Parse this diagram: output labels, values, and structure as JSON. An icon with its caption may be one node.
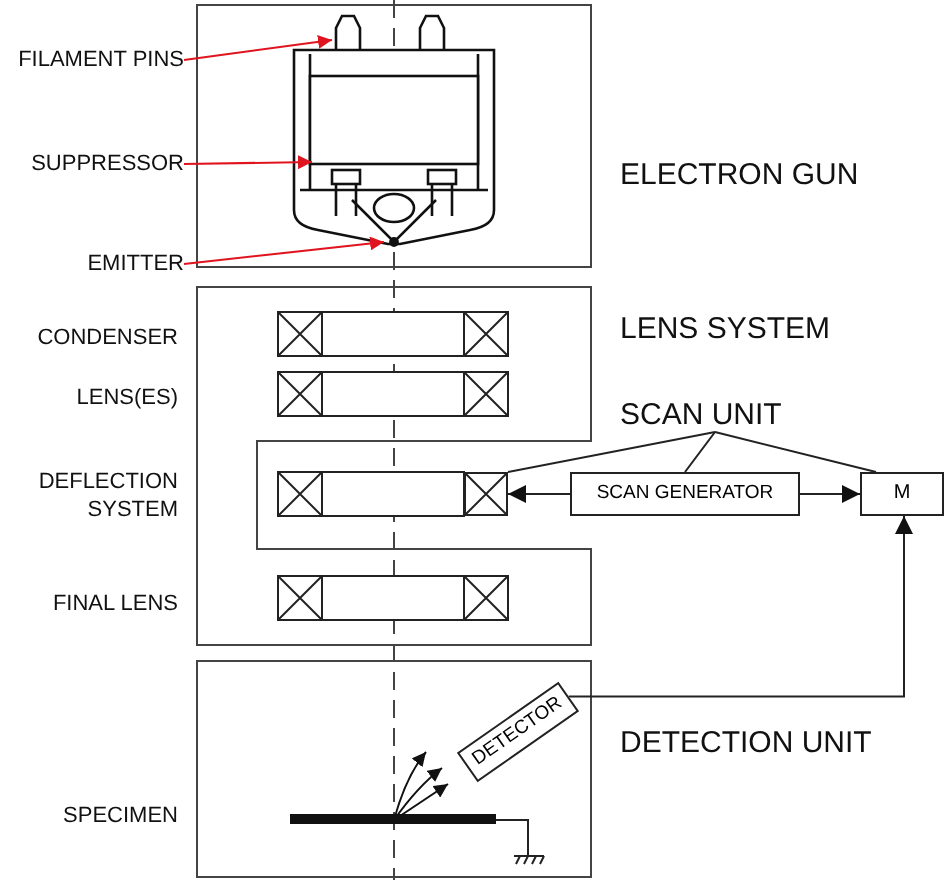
{
  "diagram": {
    "nodes": [
      {
        "text": [
          "FILAMENT PINS"
        ]
      },
      {
        "text": [
          "SUPPRESSOR"
        ]
      },
      {
        "text": [
          "EMITTER"
        ]
      },
      {
        "text": [
          "SCAN UNIT"
        ]
      },
      {
        "text": [],
        "shape": "box"
      },
      {
        "text": [
          "SCAN GENERATOR"
        ]
      },
      {
        "text": [
          "M"
        ]
      },
      {
        "text": [
          "DETECTOR"
        ]
      }
    ],
    "edges": [
      {
        "from": 0,
        "to": null,
        "arrow": "to",
        "color": "#e0141e"
      },
      {
        "from": 1,
        "to": null,
        "arrow": "to",
        "color": "#e0141e"
      },
      {
        "from": 2,
        "to": null,
        "arrow": "to",
        "color": "#e0141e"
      },
      {
        "from": 3,
        "to": 4,
        "arrow": "none"
      },
      {
        "from": 3,
        "to": 5,
        "arrow": "none"
      },
      {
        "from": 3,
        "to": 6,
        "arrow": "none"
      },
      {
        "from": 5,
        "to": 4,
        "arrow": "to"
      },
      {
        "from": 5,
        "to": 6,
        "arrow": "to"
      },
      {
        "from": 7,
        "to": 6,
        "arrow": "to"
      }
    ],
    "labels": [
      "ELECTRON GUN",
      "LENS SYSTEM",
      "CONDENSER",
      "LENS(ES)",
      "DEFLECTION SYSTEM",
      "FINAL LENS",
      "DETECTION UNIT",
      "SPECIMEN"
    ]
  }
}
